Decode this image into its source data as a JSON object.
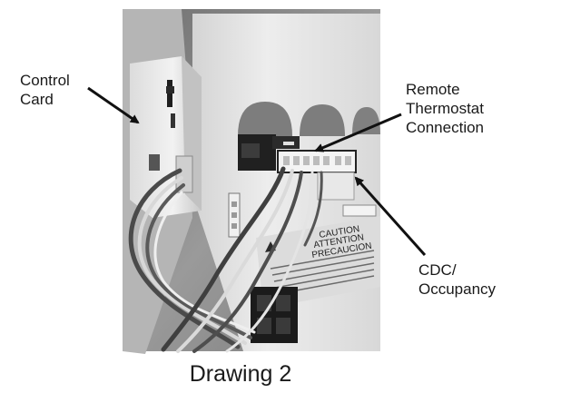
{
  "callouts": {
    "control_card": "Control\nCard",
    "remote_thermostat": "Remote\nThermostat\nConnection",
    "cdc_occupancy": "CDC/\nOccupancy"
  },
  "panel_label": {
    "caution_1": "CAUTION",
    "caution_2": "ATTENTION",
    "caution_3": "PRECAUCION"
  },
  "caption": "Drawing 2",
  "colors": {
    "background": "#ffffff",
    "photo_backdrop": "#8c8c8c",
    "panel": "#e6e6e6",
    "text": "#1a1a1a"
  }
}
